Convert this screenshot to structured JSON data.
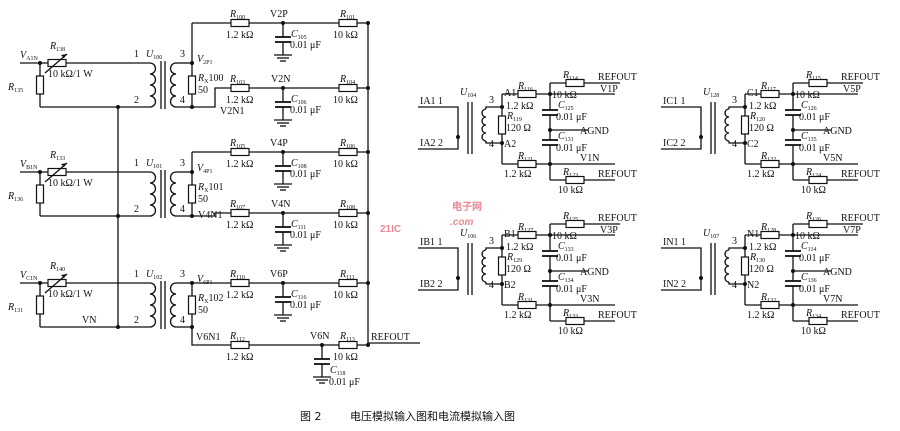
{
  "voltage_stages": [
    {
      "input": {
        "name": "V",
        "sub": "A1N"
      },
      "pot": {
        "name": "R",
        "sub": "138",
        "value": "10 kΩ/1 W"
      },
      "shunt": {
        "name": "R",
        "sub": "135"
      },
      "xfmr": {
        "name": "U",
        "sub": "100"
      },
      "pins": [
        "1",
        "2",
        "3",
        "4"
      ],
      "node": {
        "name": "V",
        "sub": "2P1"
      },
      "rx": {
        "name": "R",
        "sub": "X",
        "num": "100",
        "value": "50"
      },
      "top": {
        "r1": {
          "name": "R",
          "sub": "100",
          "value": "1.2 kΩ"
        },
        "net": "V2P",
        "cap": {
          "name": "C",
          "sub": "105",
          "value": "0.01 μF"
        },
        "r2": {
          "name": "R",
          "sub": "101",
          "value": "10 kΩ"
        }
      },
      "bottom": {
        "net1": "V2N1",
        "r1": {
          "name": "R",
          "sub": "103",
          "value": "1.2 kΩ"
        },
        "net": "V2N",
        "cap": {
          "name": "C",
          "sub": "106",
          "value": "0.01 μF"
        },
        "r2": {
          "name": "R",
          "sub": "104",
          "value": "10 kΩ"
        }
      }
    },
    {
      "input": {
        "name": "V",
        "sub": "B1N"
      },
      "pot": {
        "name": "R",
        "sub": "133",
        "value": "10 kΩ/1 W"
      },
      "shunt": {
        "name": "R",
        "sub": "136"
      },
      "xfmr": {
        "name": "U",
        "sub": "101"
      },
      "pins": [
        "1",
        "2",
        "3",
        "4"
      ],
      "node": {
        "name": "V",
        "sub": "4P1"
      },
      "rx": {
        "name": "R",
        "sub": "X",
        "num": "101",
        "value": "50"
      },
      "top": {
        "r1": {
          "name": "R",
          "sub": "105",
          "value": "1.2 kΩ"
        },
        "net": "V4P",
        "cap": {
          "name": "C",
          "sub": "108",
          "value": "0.01 μF"
        },
        "r2": {
          "name": "R",
          "sub": "106",
          "value": "10 kΩ"
        }
      },
      "bottom": {
        "net1": "V4N1",
        "r1": {
          "name": "R",
          "sub": "107",
          "value": "1.2 kΩ"
        },
        "net": "V4N",
        "cap": {
          "name": "C",
          "sub": "111",
          "value": "0.01 μF"
        },
        "r2": {
          "name": "R",
          "sub": "108",
          "value": "10 kΩ"
        }
      }
    },
    {
      "input": {
        "name": "V",
        "sub": "C1N"
      },
      "pot": {
        "name": "R",
        "sub": "140",
        "value": "10 kΩ/1 W"
      },
      "shunt": {
        "name": "R",
        "sub": "131"
      },
      "xfmr": {
        "name": "U",
        "sub": "102"
      },
      "pins": [
        "1",
        "2",
        "3",
        "4"
      ],
      "node": {
        "name": "V",
        "sub": "6P1"
      },
      "rx": {
        "name": "R",
        "sub": "X",
        "num": "102",
        "value": "50"
      },
      "primary_net": "VN",
      "top": {
        "r1": {
          "name": "R",
          "sub": "110",
          "value": "1.2 kΩ"
        },
        "net": "V6P",
        "cap": {
          "name": "C",
          "sub": "116",
          "value": "0.01 μF"
        },
        "r2": {
          "name": "R",
          "sub": "111",
          "value": "10 kΩ"
        }
      },
      "bottom": {
        "net1": "V6N1",
        "r1": {
          "name": "R",
          "sub": "112",
          "value": "1.2 kΩ"
        },
        "net": "V6N",
        "cap": {
          "name": "C",
          "sub": "118",
          "value": "0.01 μF"
        },
        "r2": {
          "name": "R",
          "sub": "113",
          "value": "10 kΩ"
        }
      }
    }
  ],
  "voltage_refout": "REFOUT",
  "current_blocks": [
    {
      "in1": "IA1 1",
      "in2": "IA2 2",
      "xfmr": {
        "name": "U",
        "sub": "104"
      },
      "pin3": "3",
      "pin4": "4",
      "n1": "A1",
      "n2": "A2",
      "r_top": {
        "name": "R",
        "sub": "116",
        "value": "1.2 kΩ"
      },
      "r_ref_top": {
        "name": "R",
        "sub": "114",
        "value": "10 kΩ"
      },
      "refout_top": "REFOUT",
      "pos": "V1P",
      "c_top": {
        "name": "C",
        "sub": "125",
        "value": "0.01 μF"
      },
      "agnd": "AGND",
      "rx": {
        "name": "R",
        "sub": "119",
        "value": "120 Ω"
      },
      "c_bot": {
        "name": "C",
        "sub": "131",
        "value": "0.01 μF"
      },
      "neg": "V1N",
      "r_bot": {
        "name": "R",
        "sub": "121",
        "value": "1.2 kΩ"
      },
      "r_ref_bot": {
        "name": "R",
        "sub": "123",
        "value": "10 kΩ"
      },
      "refout_bot": "REFOUT"
    },
    {
      "in1": "IC1 1",
      "in2": "IC2 2",
      "xfmr": {
        "name": "U",
        "sub": "128"
      },
      "pin3": "3",
      "pin4": "4",
      "n1": "C1",
      "n2": "C2",
      "r_top": {
        "name": "R",
        "sub": "117",
        "value": "1.2 kΩ"
      },
      "r_ref_top": {
        "name": "R",
        "sub": "115",
        "value": "10 kΩ"
      },
      "refout_top": "REFOUT",
      "pos": "V5P",
      "c_top": {
        "name": "C",
        "sub": "126",
        "value": "0.01 μF"
      },
      "agnd": "AGND",
      "rx": {
        "name": "R",
        "sub": "120",
        "value": "120 Ω"
      },
      "c_bot": {
        "name": "C",
        "sub": "135",
        "value": "0.01 μF"
      },
      "neg": "V5N",
      "r_bot": {
        "name": "R",
        "sub": "122",
        "value": "1.2 kΩ"
      },
      "r_ref_bot": {
        "name": "R",
        "sub": "124",
        "value": "10 kΩ"
      },
      "refout_bot": "REFOUT"
    },
    {
      "in1": "IB1 1",
      "in2": "IB2 2",
      "xfmr": {
        "name": "U",
        "sub": "106"
      },
      "pin3": "3",
      "pin4": "4",
      "n1": "B1",
      "n2": "B2",
      "r_top": {
        "name": "R",
        "sub": "127",
        "value": "1.2 kΩ"
      },
      "r_ref_top": {
        "name": "R",
        "sub": "125",
        "value": "10 kΩ"
      },
      "refout_top": "REFOUT",
      "pos": "V3P",
      "c_top": {
        "name": "C",
        "sub": "133",
        "value": "0.01 μF"
      },
      "agnd": "AGND",
      "rx": {
        "name": "R",
        "sub": "129",
        "value": "120 Ω"
      },
      "c_bot": {
        "name": "C",
        "sub": "134",
        "value": "0.01 μF"
      },
      "neg": "V3N",
      "r_bot": {
        "name": "R",
        "sub": "131",
        "value": "1.2 kΩ"
      },
      "r_ref_bot": {
        "name": "R",
        "sub": "133",
        "value": "10 kΩ"
      },
      "refout_bot": "REFOUT"
    },
    {
      "in1": "IN1 1",
      "in2": "IN2 2",
      "xfmr": {
        "name": "U",
        "sub": "107"
      },
      "pin3": "3",
      "pin4": "4",
      "n1": "N1",
      "n2": "N2",
      "r_top": {
        "name": "R",
        "sub": "128",
        "value": "1.2 kΩ"
      },
      "r_ref_top": {
        "name": "R",
        "sub": "126",
        "value": "10 kΩ"
      },
      "refout_top": "REFOUT",
      "pos": "V7P",
      "c_top": {
        "name": "C",
        "sub": "114",
        "value": "0.01 μF"
      },
      "agnd": "AGND",
      "rx": {
        "name": "R",
        "sub": "130",
        "value": "120 Ω"
      },
      "c_bot": {
        "name": "C",
        "sub": "136",
        "value": "0.01 μF"
      },
      "neg": "V7N",
      "r_bot": {
        "name": "R",
        "sub": "132",
        "value": "1.2 kΩ"
      },
      "r_ref_bot": {
        "name": "R",
        "sub": "134",
        "value": "10 kΩ"
      },
      "refout_bot": "REFOUT"
    }
  ],
  "watermark": {
    "brand": "21IC",
    "cn": "电子网",
    "domain": ".com",
    "color": "#e88a94"
  },
  "caption": {
    "figure": "图 2",
    "text": "电压模拟输入图和电流模拟输入图"
  }
}
